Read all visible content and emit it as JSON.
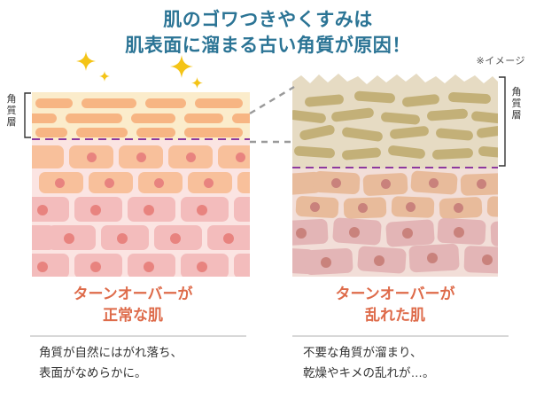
{
  "title": {
    "line1": "肌のゴワつきやくすみは",
    "line2": "肌表面に溜まる古い角質が原因！",
    "color": "#2b7495"
  },
  "note": "※イメージ",
  "labels": {
    "left_bracket_label": "角質層",
    "right_bracket_label": "角質層",
    "left_bracket_chars": [
      "角",
      "質",
      "層"
    ],
    "right_bracket_chars": [
      "角",
      "質",
      "層"
    ]
  },
  "panels": {
    "left": {
      "name": "normal-skin-diagram",
      "stratum_corneum_bg": "#fbeccb",
      "brick_color": "#f7b583",
      "dermis_bg": "#fbe4e2",
      "boundary_color": "#8e3a9e",
      "upper_cell_color": "#f8c09b",
      "lower_cell_color": "#f3bcbc",
      "nucleus_color": "#e8837f"
    },
    "right": {
      "name": "disordered-skin-diagram",
      "stratum_corneum_bg": "#e6dbc3",
      "brick_color": "#c3b078",
      "dermis_bg": "#f2ded8",
      "boundary_color": "#8e3a9e",
      "upper_cell_color": "#e8bb9b",
      "lower_cell_color": "#e3b5b6",
      "nucleus_color": "#c9827c"
    }
  },
  "sparkle_color": "#f4c417",
  "left_block": {
    "heading_line1": "ターンオーバーが",
    "heading_line2": "正常な肌",
    "caption_line1": "角質が自然にはがれ落ち、",
    "caption_line2": "表面がなめらかに。"
  },
  "right_block": {
    "heading_line1": "ターンオーバーが",
    "heading_line2": "乱れた肌",
    "caption_line1": "不要な角質が溜まり、",
    "caption_line2": "乾燥やキメの乱れが…。"
  },
  "accent_color": "#de6b4a"
}
